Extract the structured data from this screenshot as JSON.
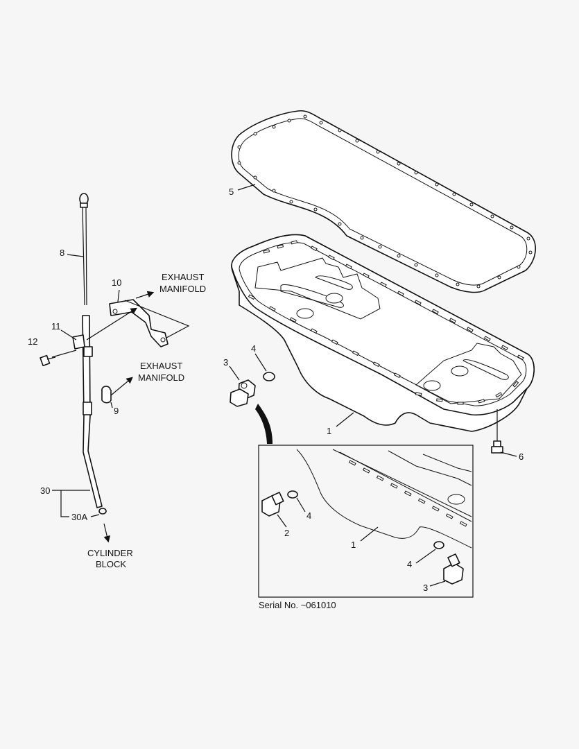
{
  "labels": {
    "exhaust_manifold_top_1": "EXHAUST",
    "exhaust_manifold_top_2": "MANIFOLD",
    "exhaust_manifold_mid_1": "EXHAUST",
    "exhaust_manifold_mid_2": "MANIFOLD",
    "cylinder_block_1": "CYLINDER",
    "cylinder_block_2": "BLOCK",
    "serial_note": "Serial No. ~061010"
  },
  "callouts": {
    "c1": "1",
    "c1b": "1",
    "c2": "2",
    "c3": "3",
    "c3b": "3",
    "c4": "4",
    "c4b": "4",
    "c4c": "4",
    "c5": "5",
    "c6": "6",
    "c8": "8",
    "c9": "9",
    "c10": "10",
    "c11": "11",
    "c12": "12",
    "c30": "30",
    "c30a": "30A"
  }
}
